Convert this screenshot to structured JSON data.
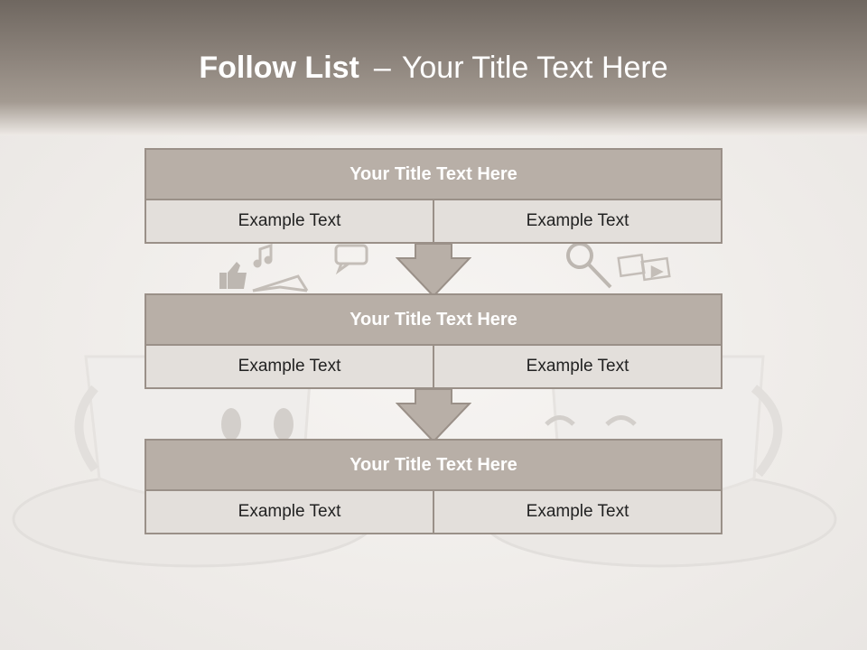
{
  "slide": {
    "title_bold": "Follow List",
    "title_dash": "–",
    "title_rest": "Your Title Text Here"
  },
  "blocks": [
    {
      "title": "Your Title Text Here",
      "cells": [
        "Example Text",
        "Example Text"
      ]
    },
    {
      "title": "Your Title Text Here",
      "cells": [
        "Example Text",
        "Example Text"
      ]
    },
    {
      "title": "Your Title Text Here",
      "cells": [
        "Example Text",
        "Example Text"
      ]
    }
  ],
  "colors": {
    "header_band": "#8e857d",
    "block_header": "#b8afa7",
    "block_cell": "#e3dfdb",
    "border": "#9a9088",
    "arrow": "#b8afa7"
  },
  "background": {
    "illustration": "two smiling coffee cups with social media icons",
    "icons": [
      "thumbs-up-icon",
      "music-note-icon",
      "chat-bubble-icon",
      "envelope-icon",
      "magnifier-icon",
      "photo-icon"
    ]
  }
}
